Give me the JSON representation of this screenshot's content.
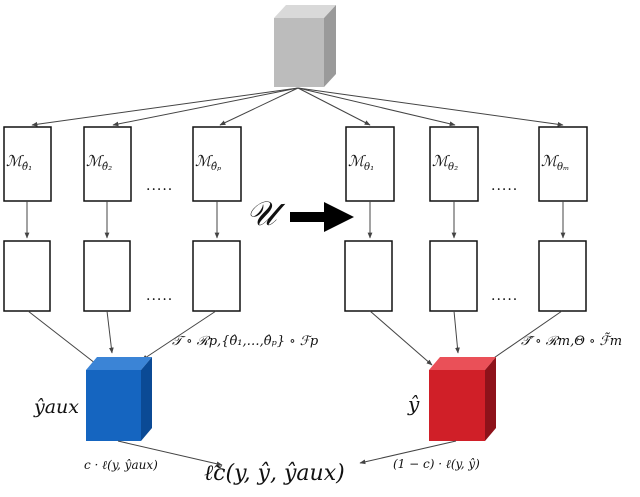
{
  "colors": {
    "input_cube": "#b8b8b8",
    "aux_cube": "#1565c0",
    "out_cube": "#d01f28",
    "line": "#444444",
    "box_stroke": "#111111"
  },
  "left_models": [
    {
      "symbol": "ℳ",
      "sub": "θ̂₁"
    },
    {
      "symbol": "ℳ",
      "sub": "θ̂₂"
    },
    {
      "symbol": "ℳ",
      "sub": "θ̂ₚ"
    }
  ],
  "right_models": [
    {
      "symbol": "ℳ",
      "sub": "θ₁"
    },
    {
      "symbol": "ℳ",
      "sub": "θ₂"
    },
    {
      "symbol": "ℳ",
      "sub": "θₘ"
    }
  ],
  "ellipsis": ".....",
  "transform_label": "𝒰",
  "left_composition": "𝒯 ∘ ℛp,{θ̂₁,…,θ̂ₚ} ∘ ℱp",
  "right_composition": "𝒯̃ ∘ ℛm,Θ ∘ ℱ̃m",
  "aux_output_label": "ŷaux",
  "output_label": "ŷ",
  "left_loss": "c · ℓ(y, ŷaux)",
  "right_loss": "(1 − c) · ℓ(y, ŷ)",
  "combined_loss": "ℓ̃c(y, ŷ, ŷaux)"
}
